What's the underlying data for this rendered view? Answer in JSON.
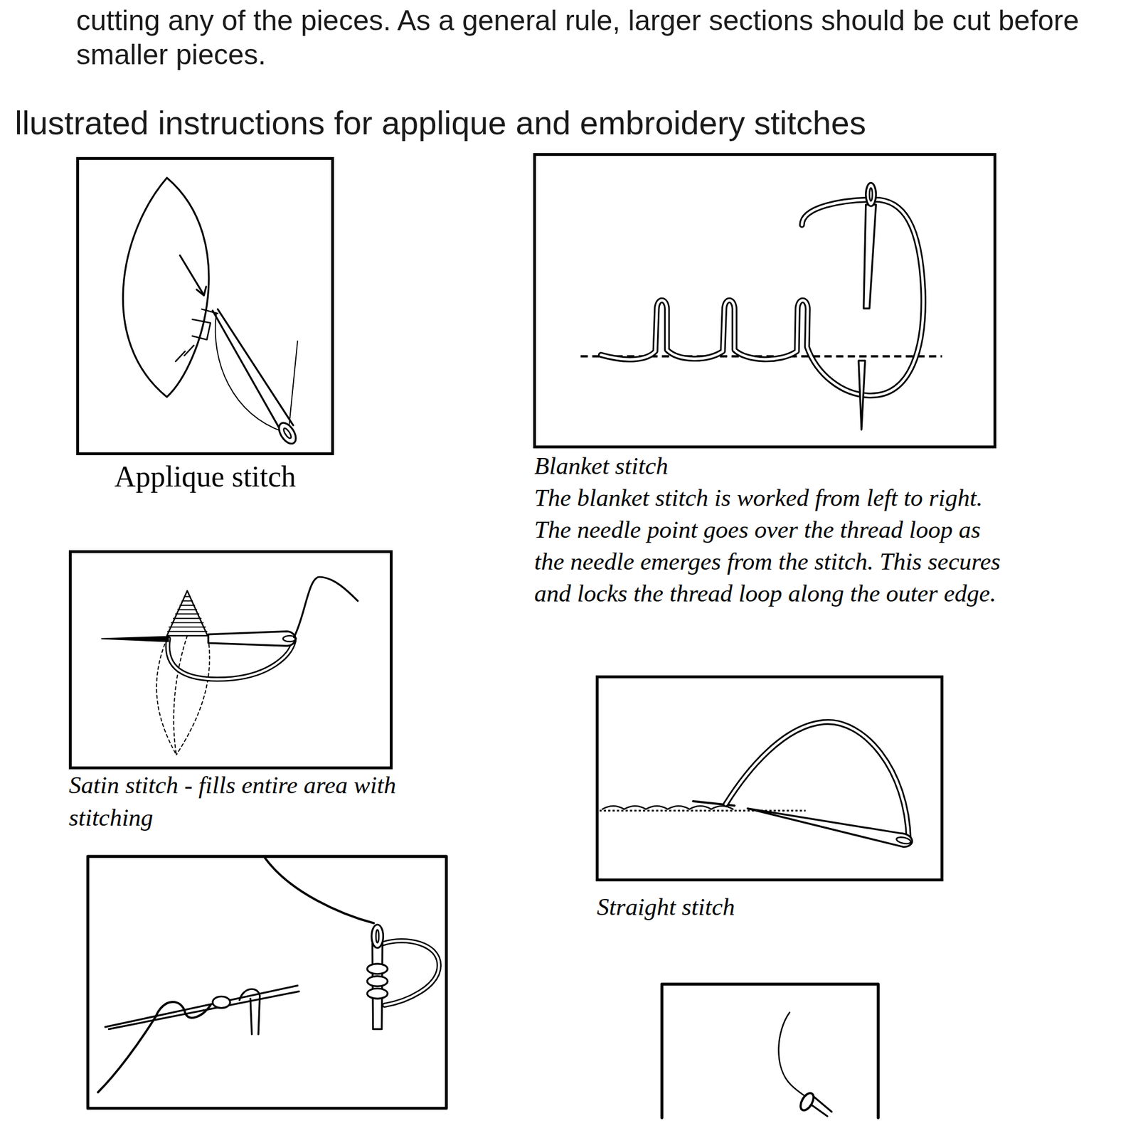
{
  "diagram": {
    "title": "llustrated instructions for applique and embroidery stitches",
    "nodes": [
      {
        "text": [
          "Applique stitch"
        ]
      },
      {
        "text": [
          "Blanket stitch",
          "The blanket stitch is worked from left to right. The needle point goes over the thread loop as the needle emerges from the stitch. This secures and locks the thread loop along the outer edge."
        ]
      },
      {
        "text": [
          "Satin stitch - fills entire area with stitching"
        ]
      },
      {
        "text": [
          "Straight stitch"
        ]
      }
    ],
    "labels": [
      "cutting any of the pieces. As a general rule, larger sections should be cut before smaller pieces."
    ]
  }
}
